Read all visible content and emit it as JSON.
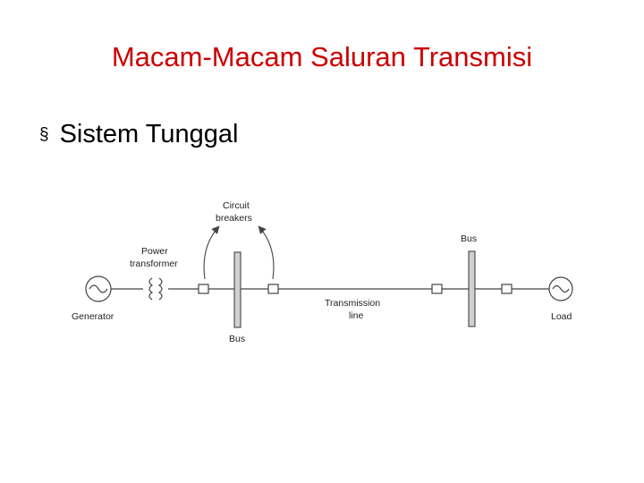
{
  "slide": {
    "title": "Macam-Macam Saluran Transmisi",
    "bullet_marker": "§",
    "bullet_text": "Sistem Tunggal"
  },
  "diagram": {
    "circuit_breakers_label": [
      "Circuit",
      "breakers"
    ],
    "power_transformer_label": [
      "Power",
      "transformer"
    ],
    "generator_label": "Generator",
    "bus_left_label": "Bus",
    "transmission_line_label": [
      "Transmission",
      "line"
    ],
    "bus_right_label": "Bus",
    "load_label": "Load"
  },
  "colors": {
    "title": "#cc0000",
    "bus_fill": "#d0d0d0",
    "line": "#444444"
  }
}
